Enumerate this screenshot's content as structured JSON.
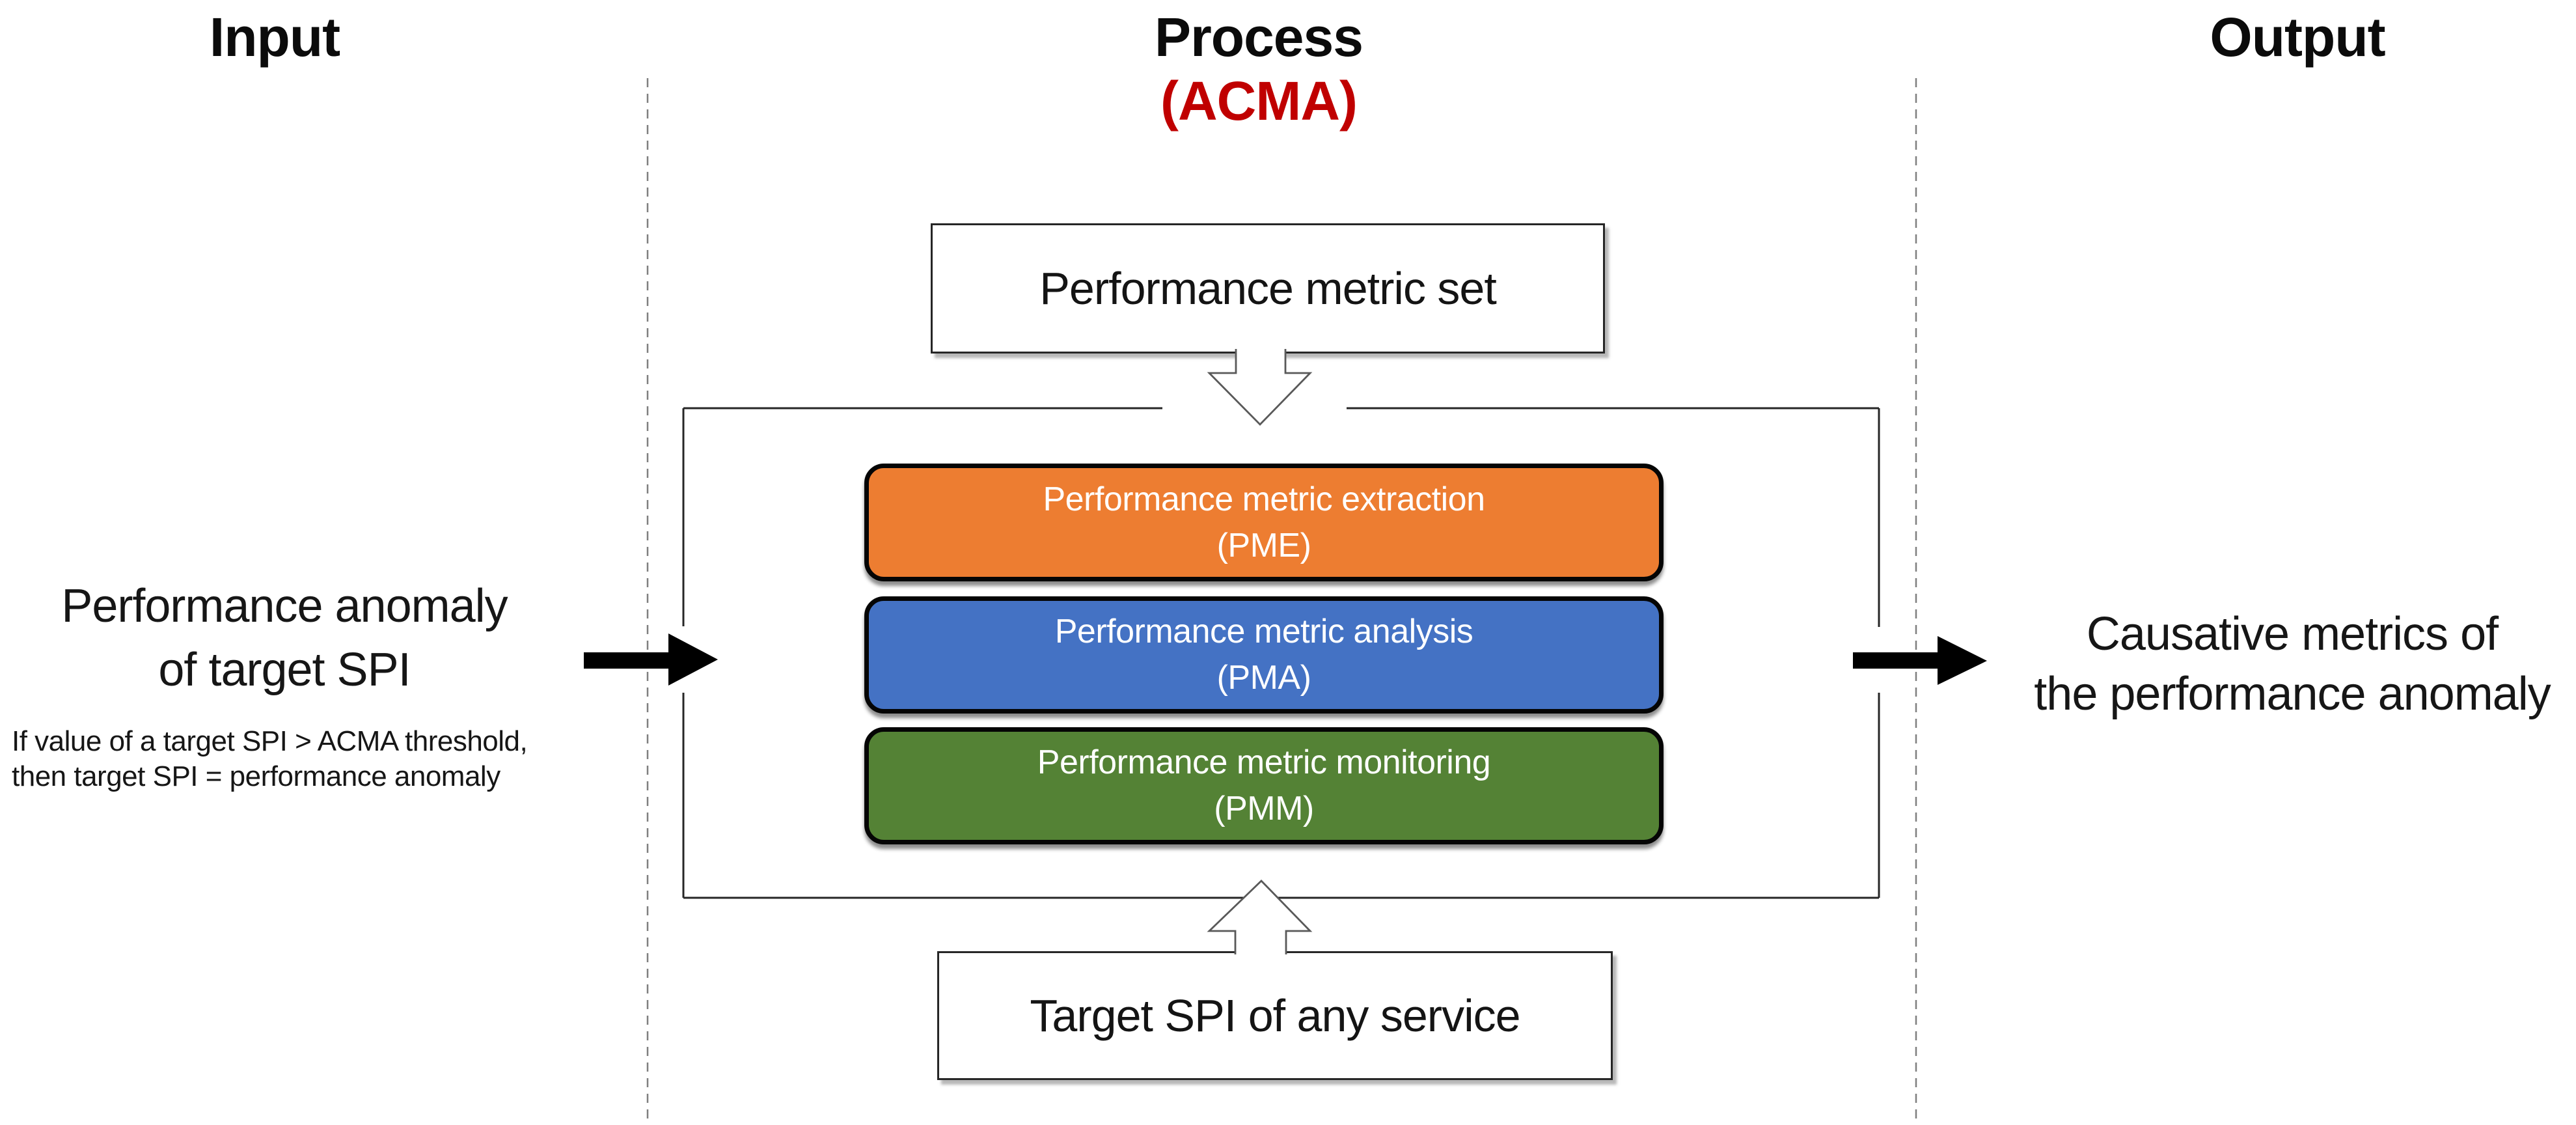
{
  "columns": {
    "input": {
      "label": "Input"
    },
    "process": {
      "label": "Process",
      "sublabel": "(ACMA)",
      "sublabel_color": "#C00000"
    },
    "output": {
      "label": "Output"
    }
  },
  "input_section": {
    "main_text_line1": "Performance anomaly",
    "main_text_line2": "of target SPI",
    "condition_line1": "If value of a target SPI > ACMA threshold,",
    "condition_line2": "then target SPI = performance anomaly"
  },
  "process_section": {
    "top_box_label": "Performance metric set",
    "modules": [
      {
        "line1": "Performance metric extraction",
        "line2": "(PME)",
        "color": "#ED7D31"
      },
      {
        "line1": "Performance metric analysis",
        "line2": "(PMA)",
        "color": "#4472C4"
      },
      {
        "line1": "Performance metric monitoring",
        "line2": "(PMM)",
        "color": "#548235"
      }
    ],
    "bottom_box_label": "Target SPI of any service"
  },
  "output_section": {
    "text_line1": "Causative metrics of",
    "text_line2": "the performance anomaly"
  },
  "style_colors": {
    "accent_red": "#C00000",
    "module_orange": "#ED7D31",
    "module_blue": "#4472C4",
    "module_green": "#548235",
    "black_arrow": "#000000",
    "outline_gray": "#595959",
    "container_line": "#262626",
    "dashed_line": "#7f7f7f"
  }
}
